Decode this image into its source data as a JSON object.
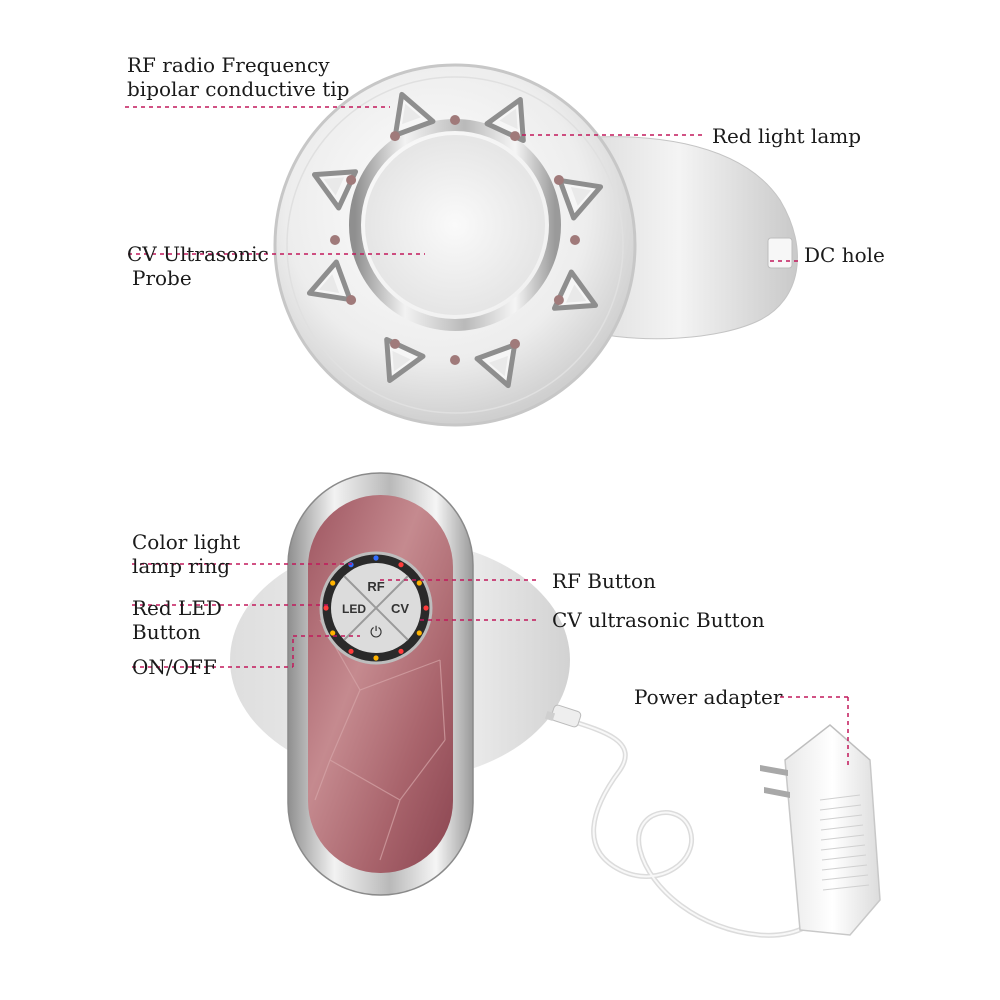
{
  "labels": {
    "rf_tip": [
      "RF radio Frequency",
      "bipolar conductive tip"
    ],
    "red_light_lamp": "Red light lamp",
    "cv_probe": [
      "CV Ultrasonic",
      "Probe"
    ],
    "dc_hole": "DC hole",
    "color_ring": [
      "Color light",
      "lamp ring"
    ],
    "rf_button": "RF Button",
    "red_led_button": [
      "Red LED",
      "Button"
    ],
    "cv_button": "CV ultrasonic Button",
    "on_off": "ON/OFF",
    "power_adapter": "Power adapter"
  },
  "device_buttons": {
    "rf": "RF",
    "led": "LED",
    "cv": "CV",
    "power": "⏻"
  },
  "colors": {
    "leader_line": "#c2185b",
    "rose_panel": "#b46c72",
    "chrome": "#d8d8d8",
    "red_lamp": "#a07a7a"
  }
}
